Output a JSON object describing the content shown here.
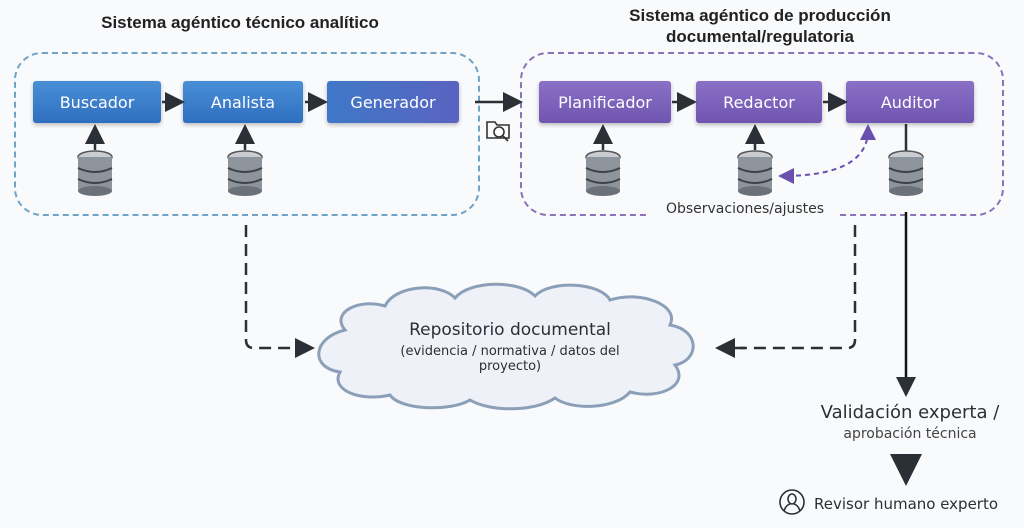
{
  "left_system": {
    "title": "Sistema agéntico técnico analítico",
    "agents": [
      "Buscador",
      "Analista",
      "Generador"
    ],
    "border_color": "#6fa3c8"
  },
  "right_system": {
    "title_line1": "Sistema agéntico de producción",
    "title_line2": "documental/regulatoria",
    "agents": [
      "Planificador",
      "Redactor",
      "Auditor"
    ],
    "feedback_label": "Observaciones/ajustes",
    "border_color": "#8c72b8"
  },
  "repository": {
    "title": "Repositorio documental",
    "subtitle_line1": "(evidencia / normativa / datos del",
    "subtitle_line2": "proyecto)"
  },
  "validation": {
    "title": "Validación experta /",
    "subtitle": "aprobación técnica"
  },
  "reviewer": {
    "label": "Revisor humano experto"
  },
  "icons": {
    "handoff": "folder-search-icon",
    "database": "database-icon",
    "person": "person-icon"
  }
}
